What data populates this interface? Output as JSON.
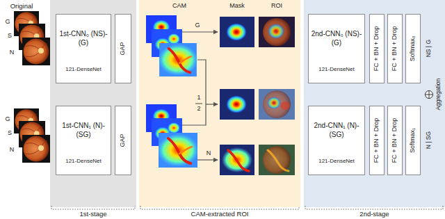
{
  "diagram": {
    "nodes": [
      {
        "text": [
          "1st-stage"
        ]
      },
      {
        "text": [
          "1st-CNN₀ (NS)-(G)",
          "121-DenseNet"
        ],
        "in": 0
      },
      {
        "text": [
          "GAP"
        ],
        "in": 0
      },
      {
        "text": [
          "1st-CNN₁ (N)-(SG)",
          "121-DenseNet"
        ],
        "in": 0
      },
      {
        "text": [
          "GAP"
        ],
        "in": 0
      },
      {
        "text": [
          "CAM-extracted ROI"
        ]
      },
      {
        "text": [
          "2nd-stage"
        ]
      },
      {
        "text": [
          "2nd-CNN₀ (NS)-(G)",
          "121-DenseNet"
        ],
        "in": 6
      },
      {
        "text": [
          "FC + BN + Drop"
        ],
        "in": 6
      },
      {
        "text": [
          "FC + BN + Drop"
        ],
        "in": 6
      },
      {
        "text": [
          "Softmax₀"
        ],
        "in": 6
      },
      {
        "text": [
          "2nd-CNN₁ (N)-(SG)",
          "121-DenseNet"
        ],
        "in": 6
      },
      {
        "text": [
          "FC + BN + Drop"
        ],
        "in": 6
      },
      {
        "text": [
          "FC + BN + Drop"
        ],
        "in": 6
      },
      {
        "text": [
          "Softmax₁"
        ],
        "in": 6
      }
    ],
    "labels": [
      "Original",
      "G",
      "S",
      "N",
      "G",
      "S",
      "N",
      "CAM",
      "Mask",
      "ROI",
      "G",
      "1",
      "2",
      "N",
      "NS | G",
      "N | SG",
      "Aggregation"
    ]
  }
}
